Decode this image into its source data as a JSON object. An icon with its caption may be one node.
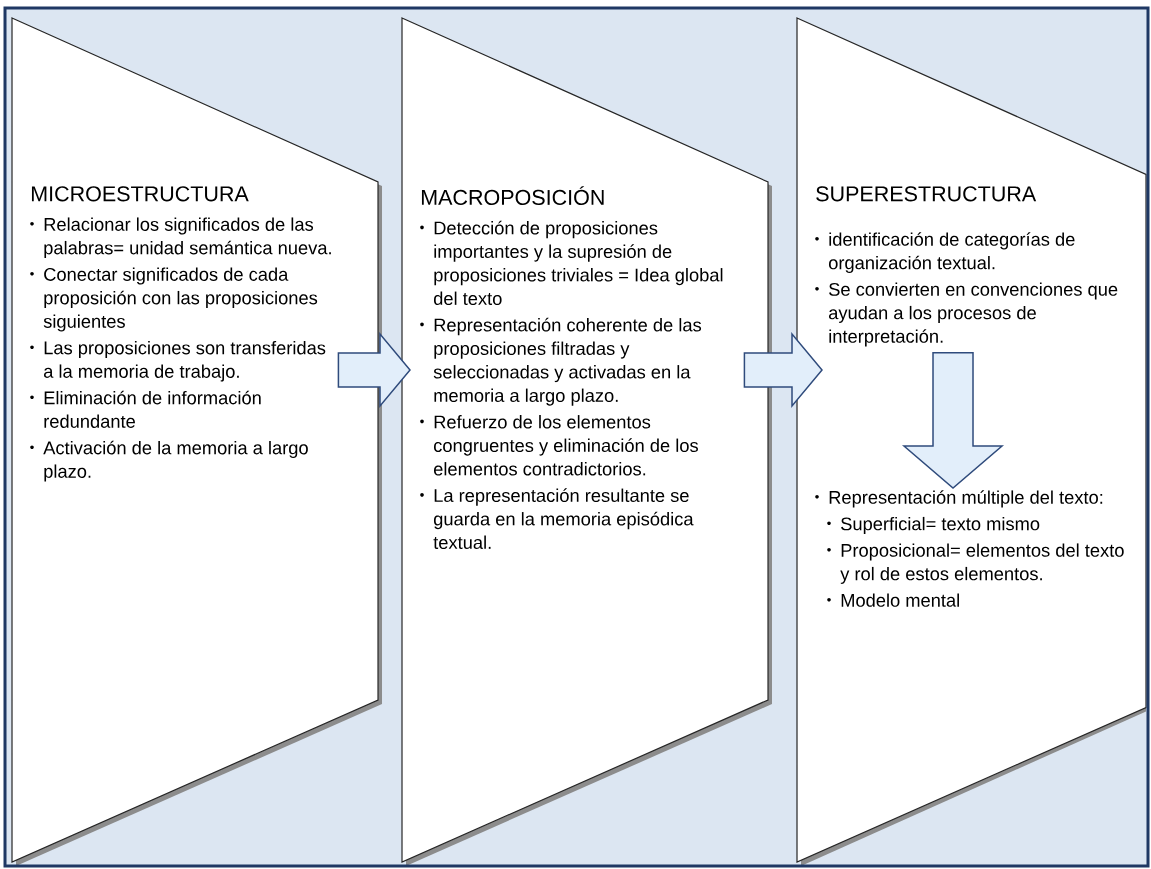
{
  "diagram": {
    "nodes": [
      {
        "text": [
          "MICROESTRUCTURA",
          "Relacionar los significados de las palabras= unidad semántica nueva.",
          "Conectar significados de cada proposición con las proposiciones siguientes",
          "Las proposiciones son transferidas a la memoria de trabajo.",
          "Eliminación de información redundante",
          "Activación de la memoria a largo plazo."
        ]
      },
      {
        "text": [
          "MACROPOSICIÓN",
          "Detección de proposiciones importantes y la supresión de proposiciones triviales = Idea global del texto",
          "Representación coherente de las proposiciones filtradas y seleccionadas y activadas en la memoria a largo plazo.",
          "Refuerzo de los elementos congruentes y eliminación de los elementos contradictorios.",
          "La representación resultante se guarda en la memoria episódica textual."
        ]
      },
      {
        "text": [
          "SUPERESTRUCTURA"
        ]
      },
      {
        "text": [
          "identificación de categorías de organización textual.",
          "Se convierten en convenciones que ayudan a los procesos de interpretación."
        ],
        "in": 2
      },
      {
        "text": [
          "Representación múltiple del texto:",
          "Superficial= texto mismo",
          "Proposicional= elementos del texto y rol de estos elementos.",
          "Modelo mental"
        ],
        "in": 2
      }
    ],
    "edges": [
      {
        "from": 0,
        "to": 1,
        "arrow": "to"
      },
      {
        "from": 1,
        "to": 2,
        "arrow": "to"
      },
      {
        "from": 3,
        "to": 4,
        "arrow": "to"
      }
    ]
  }
}
